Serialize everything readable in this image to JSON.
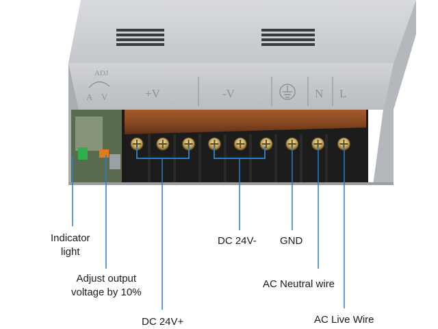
{
  "colors": {
    "casing": "#c9ccd0",
    "terminal_body": "#1c1c1c",
    "terminal_cover": "#8a4a22",
    "leader_line": "#2a7fc8",
    "label_text": "#1a1a1a"
  },
  "panel_text": {
    "adj_top": "ADJ",
    "adj_a": "A",
    "adj_v": "V",
    "plus_v": "+V",
    "minus_v": "-V",
    "n": "N",
    "l": "L",
    "ground": "ground-symbol"
  },
  "terminals": [
    "+V",
    "+V",
    "+V",
    "-V",
    "-V",
    "-V",
    "GND",
    "N",
    "L"
  ],
  "callouts": {
    "indicator_light": [
      "Indicator",
      "light"
    ],
    "adjust_output": [
      "Adjust output",
      "voltage by 10%"
    ],
    "dc_24v_plus": "DC 24V+",
    "dc_24v_minus": "DC 24V-",
    "gnd": "GND",
    "ac_neutral": "AC Neutral wire",
    "ac_live": "AC Live Wire"
  }
}
